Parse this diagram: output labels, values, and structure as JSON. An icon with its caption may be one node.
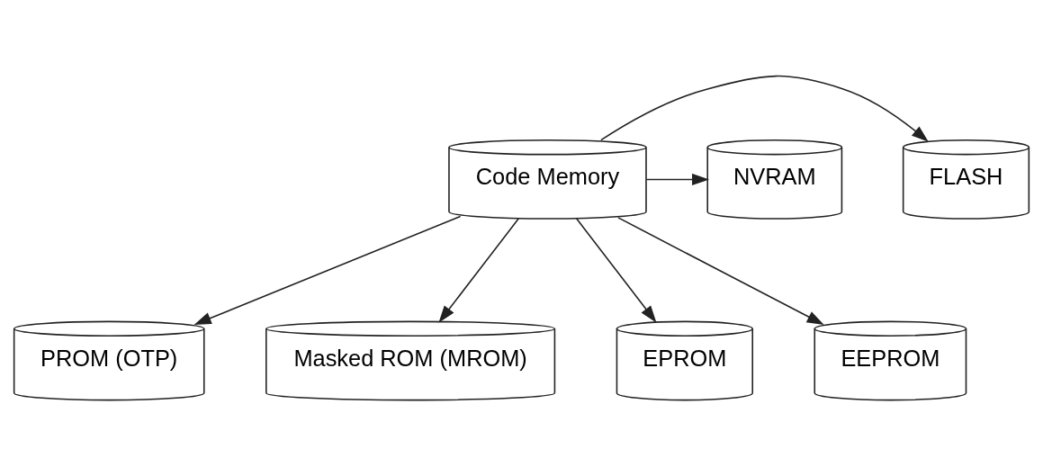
{
  "diagram": {
    "nodes": [
      {
        "text": [
          "Code Memory"
        ]
      },
      {
        "text": [
          "FLASH"
        ]
      },
      {
        "text": [
          "NVRAM"
        ]
      },
      {
        "text": [
          "PROM (OTP)"
        ]
      },
      {
        "text": [
          "Masked ROM (MROM)"
        ]
      },
      {
        "text": [
          "EPROM"
        ]
      },
      {
        "text": [
          "EEPROM"
        ]
      }
    ],
    "edges": [
      {
        "from": 0,
        "to": 1,
        "arrow": "to"
      },
      {
        "from": 0,
        "to": 2,
        "arrow": "to"
      },
      {
        "from": 0,
        "to": 3,
        "arrow": "to"
      },
      {
        "from": 0,
        "to": 4,
        "arrow": "to"
      },
      {
        "from": 0,
        "to": 5,
        "arrow": "to"
      },
      {
        "from": 0,
        "to": 6,
        "arrow": "to"
      }
    ]
  }
}
